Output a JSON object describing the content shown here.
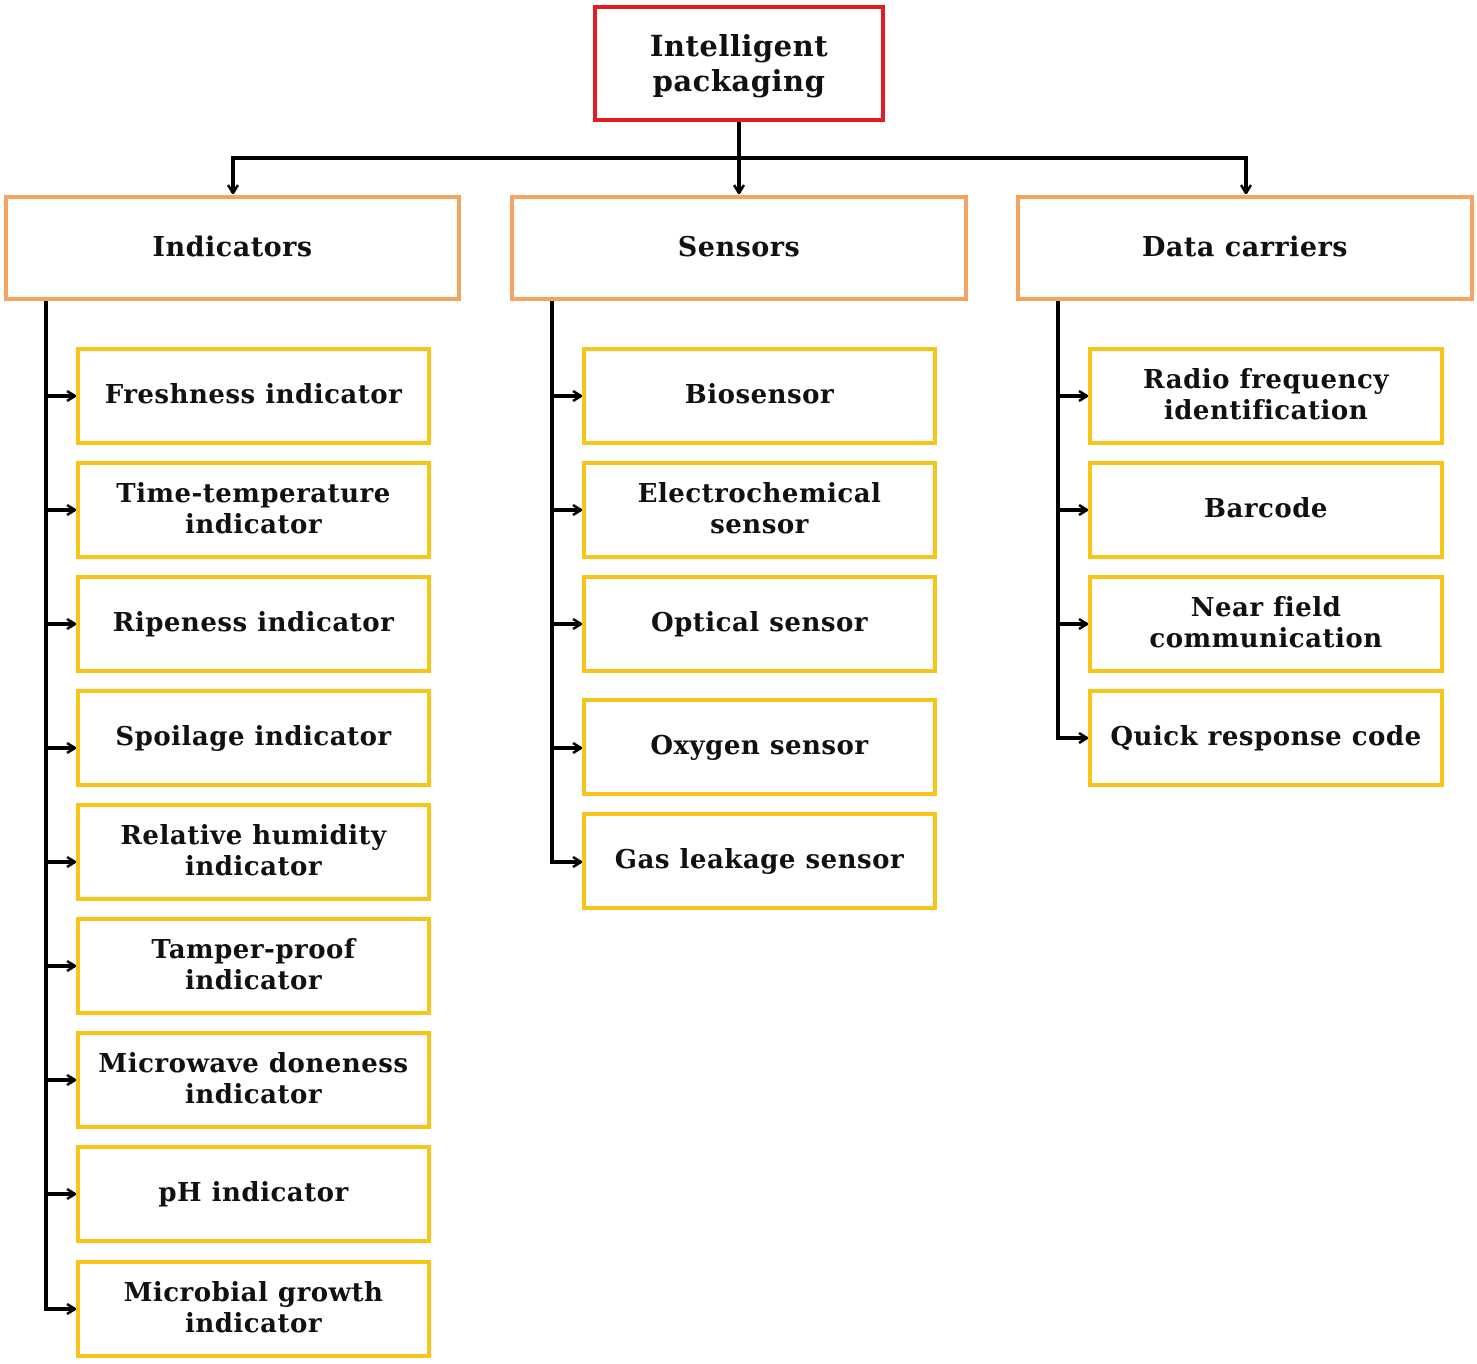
{
  "root": {
    "label": "Intelligent packaging"
  },
  "colors": {
    "root_border": "#e31b23",
    "category_border": "#f4a460",
    "leaf_border": "#f7c41a",
    "connector": "#000000"
  },
  "categories": [
    {
      "label": "Indicators",
      "items": [
        "Freshness indicator",
        "Time-temperature indicator",
        "Ripeness indicator",
        "Spoilage indicator",
        "Relative humidity indicator",
        "Tamper-proof indicator",
        "Microwave doneness indicator",
        "pH indicator",
        "Microbial growth indicator"
      ]
    },
    {
      "label": "Sensors",
      "items": [
        "Biosensor",
        "Electrochemical sensor",
        "Optical sensor",
        "Oxygen sensor",
        "Gas leakage sensor"
      ]
    },
    {
      "label": "Data carriers",
      "items": [
        "Radio frequency identification",
        "Barcode",
        "Near field communication",
        "Quick response code"
      ]
    }
  ]
}
